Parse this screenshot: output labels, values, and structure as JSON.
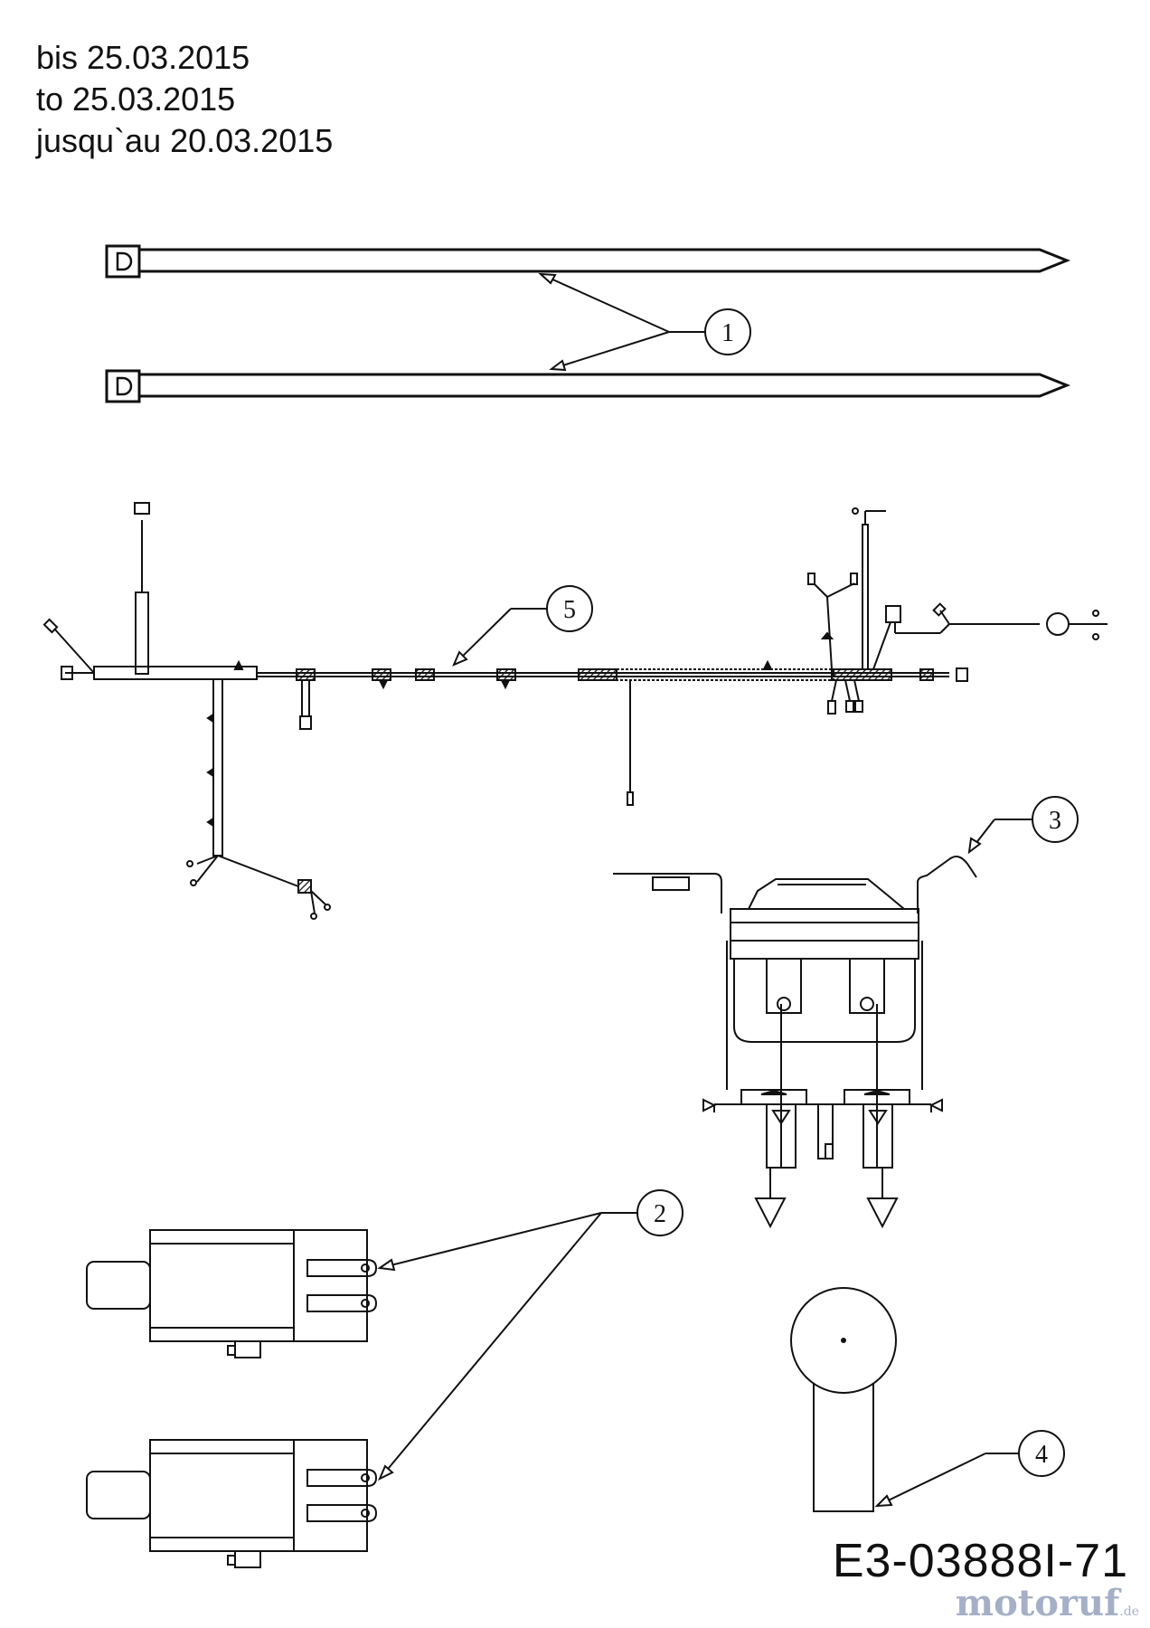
{
  "header": {
    "date_de": "bis 25.03.2015",
    "date_en": "to 25.03.2015",
    "date_fr": "jusqu`au 20.03.2015"
  },
  "callouts": {
    "c1": "1",
    "c2": "2",
    "c3": "3",
    "c4": "4",
    "c5": "5"
  },
  "footer": {
    "drawing_code": "E3-03888I-71",
    "watermark": "motoruf",
    "watermark_suffix": ".de"
  },
  "colors": {
    "line": "#111111",
    "watermark": "#7f8fb0"
  }
}
